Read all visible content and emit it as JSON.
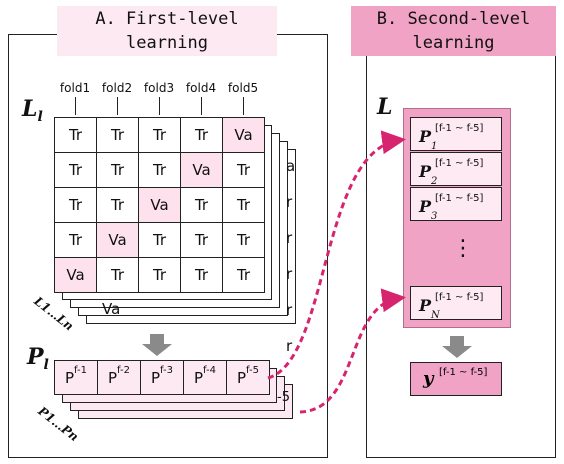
{
  "panel_a": {
    "title_line1": "A. First-level",
    "title_line2": "learning",
    "matrix_symbol": "L",
    "matrix_symbol_sub": "l",
    "stack_label": "L1…Ln",
    "fold_headers": [
      "fold1",
      "fold2",
      "fold3",
      "fold4",
      "fold5"
    ],
    "grid": [
      [
        "Tr",
        "Tr",
        "Tr",
        "Tr",
        "Va"
      ],
      [
        "Tr",
        "Tr",
        "Tr",
        "Va",
        "Tr"
      ],
      [
        "Tr",
        "Tr",
        "Va",
        "Tr",
        "Tr"
      ],
      [
        "Tr",
        "Va",
        "Tr",
        "Tr",
        "Tr"
      ],
      [
        "Va",
        "Tr",
        "Tr",
        "Tr",
        "Tr"
      ]
    ],
    "back_col_letters": [
      "a",
      "r",
      "r",
      "r",
      "r",
      "r"
    ],
    "back_bottom_text": "Va",
    "prediction_symbol": "P",
    "prediction_symbol_sub": "l",
    "prediction_cells": [
      {
        "base": "P",
        "sup": "f-1"
      },
      {
        "base": "P",
        "sup": "f-2"
      },
      {
        "base": "P",
        "sup": "f-3"
      },
      {
        "base": "P",
        "sup": "f-4"
      },
      {
        "base": "P",
        "sup": "f-5"
      }
    ],
    "prediction_back_text": "-5",
    "prediction_stack_label": "P1…Pn"
  },
  "panel_b": {
    "title_line1": "B. Second-level",
    "title_line2": "learning",
    "matrix_symbol": "L",
    "rows": [
      {
        "main": "P",
        "sub": "1",
        "sup": "[f-1 ~ f-5]"
      },
      {
        "main": "P",
        "sub": "2",
        "sup": "[f-1 ~ f-5]"
      },
      {
        "main": "P",
        "sub": "3",
        "sup": "[f-1 ~ f-5]"
      },
      {
        "main": "P",
        "sub": "N",
        "sup": "[f-1 ~ f-5]"
      }
    ],
    "ellipsis": "⋮",
    "output_main": "y",
    "output_sup": "[f-1 ~ f-5]"
  },
  "colors": {
    "pink_light": "#fde9f1",
    "pink_medium": "#f4b6cd",
    "pink_dark": "#e8a0bd",
    "arrow": "#d6246e",
    "gray_arrow": "#8a8a8a"
  }
}
